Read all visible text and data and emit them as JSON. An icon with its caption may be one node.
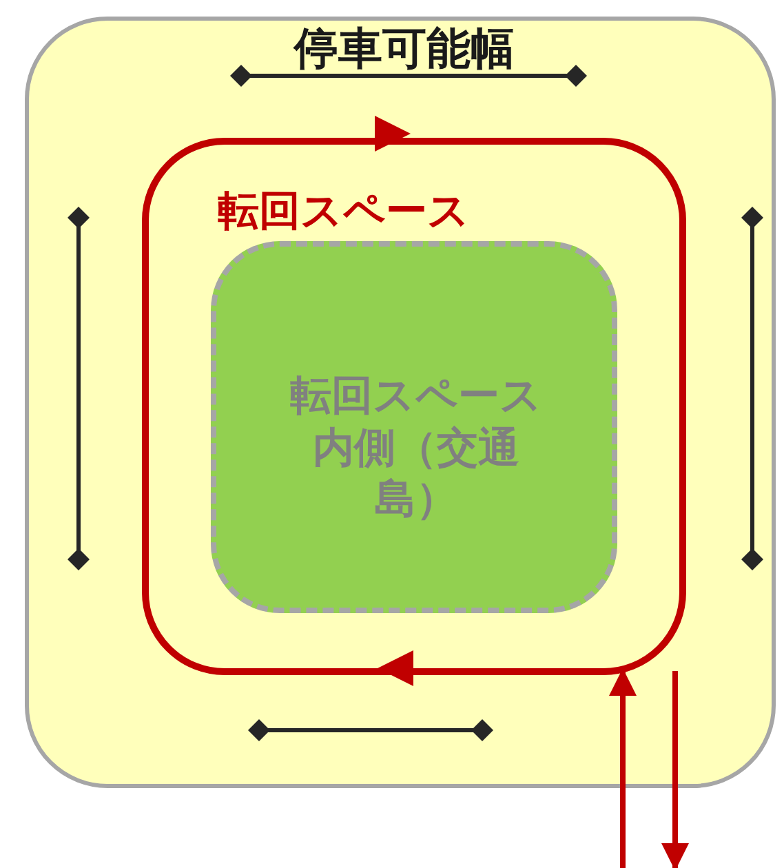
{
  "diagram": {
    "nodes": [
      {
        "text": [
          "停車可能幅"
        ]
      },
      {
        "text": [
          "転回スペース"
        ],
        "in": 0
      },
      {
        "text": [
          "転回スペース内側（交通島）"
        ],
        "in": 1
      }
    ],
    "edges": [
      {
        "from": null,
        "to": 1,
        "arrow": "to",
        "color": "#c00000"
      },
      {
        "from": 1,
        "to": null,
        "arrow": "to",
        "color": "#c00000"
      }
    ]
  }
}
